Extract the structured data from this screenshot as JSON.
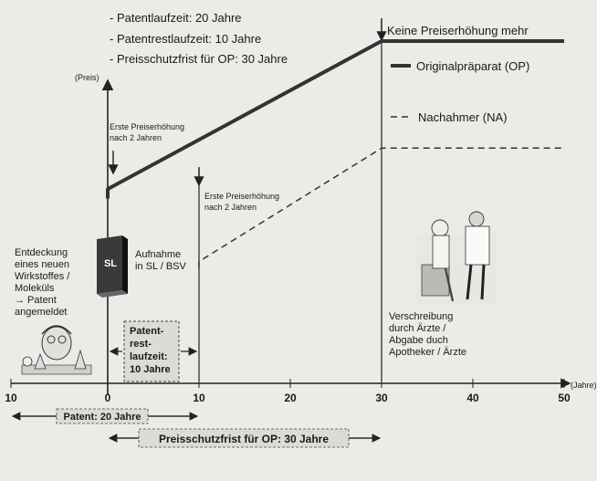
{
  "header_notes": [
    "- Patentlaufzeit: 20 Jahre",
    "- Patentrestlaufzeit: 10 Jahre",
    "- Preisschutzfrist für OP: 30 Jahre"
  ],
  "y_axis_label": "(Preis)",
  "x_axis_label": "(Jahre)",
  "x_ticks": [
    "10",
    "0",
    "10",
    "20",
    "30",
    "40",
    "50"
  ],
  "annotations": {
    "no_price_increase": "Keine Preiserhöhung mehr",
    "first_increase_op_1": "Erste Preiserhöhung",
    "first_increase_op_2": "nach 2 Jahren",
    "first_increase_na_1": "Erste Preiserhöhung",
    "first_increase_na_2": "nach 2 Jahren",
    "sl_badge": "SL",
    "sl_admission_1": "Aufnahme",
    "sl_admission_2": "in SL / BSV",
    "discovery_lines": [
      "Entdeckung",
      "eines neuen",
      "Wirkstoffes /",
      "Moleküls",
      "→ Patent",
      "angemeldet"
    ],
    "prescription_lines": [
      "Verschreibung",
      "durch Ärzte /",
      "Abgabe duch",
      "Apotheker / Ärzte"
    ],
    "patent_rest_lines": [
      "Patent-",
      "rest-",
      "laufzeit:",
      "10 Jahre"
    ],
    "patent_span": "Patent: 20 Jahre",
    "protection_span": "Preisschutzfrist für OP: 30 Jahre"
  },
  "legend": {
    "op": "Originalpräparat (OP)",
    "na": "Nachahmer (NA)"
  },
  "colors": {
    "background": "#ecebe8",
    "line": "#222222",
    "box_fill": "#dcdbd7"
  },
  "chart_data": {
    "type": "line",
    "x_range": [
      -10,
      50
    ],
    "series": [
      {
        "name": "Originalpräparat (OP)",
        "style": "solid",
        "x": [
          0,
          0,
          30,
          50
        ],
        "y": [
          0.5,
          0.53,
          1.0,
          1.0
        ]
      },
      {
        "name": "Nachahmer (NA)",
        "style": "dashed",
        "x": [
          10,
          10,
          30,
          50
        ],
        "y": [
          0.28,
          0.3,
          0.66,
          0.66
        ]
      }
    ]
  }
}
